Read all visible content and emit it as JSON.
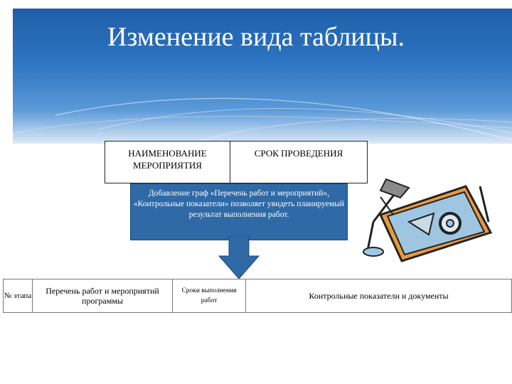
{
  "slide": {
    "title": "Изменение вида таблицы.",
    "top_table": {
      "col1": "НАИМЕНОВАНИЕ МЕРОПРИЯТИЯ",
      "col2": "СРОК ПРОВЕДЕНИЯ"
    },
    "callout": {
      "text": "Добавление граф «Перечень работ и мероприятий», «Контрольные показатели» позволяет увидеть планируемый результат выполнения работ."
    },
    "bottom_table": {
      "col1": "№ этапа",
      "col2": "Перечень работ и мероприятий программы",
      "col3": "Сроки выполнения работ",
      "col4": "Контрольные показатели и документы"
    },
    "colors": {
      "header_blue": "#2d74c2",
      "callout_blue": "#2f6aa6"
    },
    "icons": [
      "down-arrow-icon",
      "drafting-table-clipart"
    ]
  }
}
